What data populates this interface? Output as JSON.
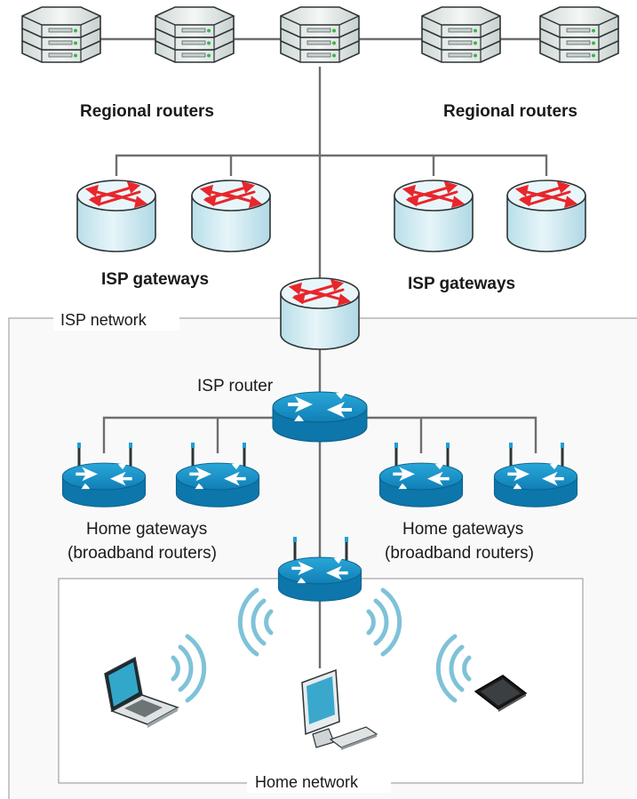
{
  "labels": {
    "regional_left": "Regional routers",
    "regional_right": "Regional routers",
    "isp_gateways_left": "ISP gateways",
    "isp_gateways_right": "ISP gateways",
    "isp_network": "ISP network",
    "isp_router": "ISP router",
    "home_gateways_left_line1": "Home gateways",
    "home_gateways_left_line2": "(broadband routers)",
    "home_gateways_right_line1": "Home gateways",
    "home_gateways_right_line2": "(broadband routers)",
    "home_network": "Home network"
  },
  "icons": {
    "regional_router": "server-stack-icon",
    "isp_gateway": "router-cylinder-icon",
    "isp_router": "cisco-router-icon",
    "home_gateway": "wireless-router-icon",
    "laptop": "laptop-icon",
    "desktop": "desktop-computer-icon",
    "phone": "smartphone-icon",
    "wifi": "wifi-signal-icon"
  },
  "colors": {
    "line": "#6e6e6e",
    "server_body": "#e4ecea",
    "gateway_body": "#d2ecf3",
    "gateway_arrow": "#e8262b",
    "router_blue": "#1d9fd4",
    "wifi_blue": "#7fc2d8",
    "frame": "#9a9a9a"
  }
}
